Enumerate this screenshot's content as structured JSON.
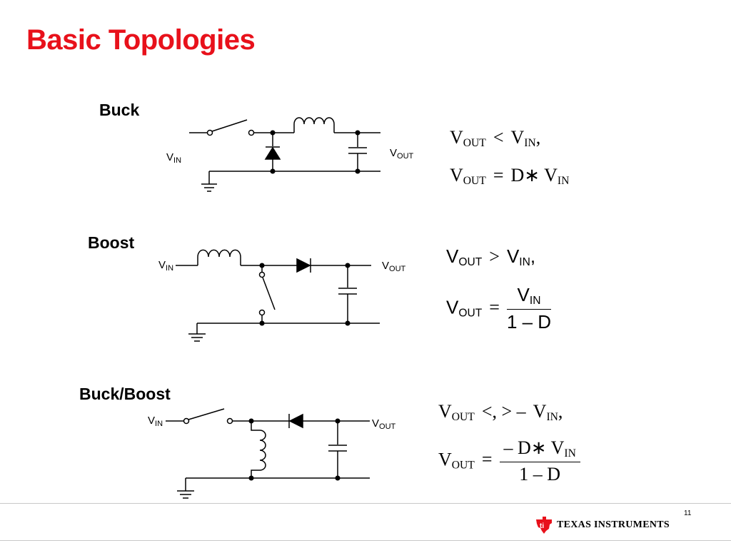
{
  "slide": {
    "title": "Basic Topologies",
    "page_number": "11"
  },
  "buck": {
    "label": "Buck",
    "vin_main": "V",
    "vin_sub": "IN",
    "vout_main": "V",
    "vout_sub": "OUT",
    "eq1": {
      "lhs_main": "V",
      "lhs_sub": "OUT",
      "op": "<",
      "rhs_main": "V",
      "rhs_sub": "IN",
      "tail": ","
    },
    "eq2": {
      "lhs_main": "V",
      "lhs_sub": "OUT",
      "op": "=",
      "rhs_pre": "D∗",
      "rhs_main": "V",
      "rhs_sub": "IN"
    }
  },
  "boost": {
    "label": "Boost",
    "vin_main": "V",
    "vin_sub": "IN",
    "vout_main": "V",
    "vout_sub": "OUT",
    "eq1": {
      "lhs_main": "V",
      "lhs_sub": "OUT",
      "op": ">",
      "rhs_main": "V",
      "rhs_sub": "IN",
      "tail": ","
    },
    "eq2": {
      "lhs_main": "V",
      "lhs_sub": "OUT",
      "op": "=",
      "num_main": "V",
      "num_sub": "IN",
      "den": "1 – D"
    }
  },
  "buck_boost": {
    "label": "Buck/Boost",
    "vin_main": "V",
    "vin_sub": "IN",
    "vout_main": "V",
    "vout_sub": "OUT",
    "eq1": {
      "lhs_main": "V",
      "lhs_sub": "OUT",
      "op": "<, > –",
      "rhs_main": "V",
      "rhs_sub": "IN",
      "tail": ","
    },
    "eq2": {
      "lhs_main": "V",
      "lhs_sub": "OUT",
      "op": "=",
      "num_pre": "– D∗",
      "num_main": "V",
      "num_sub": "IN",
      "den": "1 – D"
    }
  },
  "footer": {
    "brand": "Texas Instruments",
    "brand_display": "TEXAS INSTRUMENTS",
    "logo_icon": "ti-state-logo-icon",
    "brand_color": "#e8111b"
  }
}
